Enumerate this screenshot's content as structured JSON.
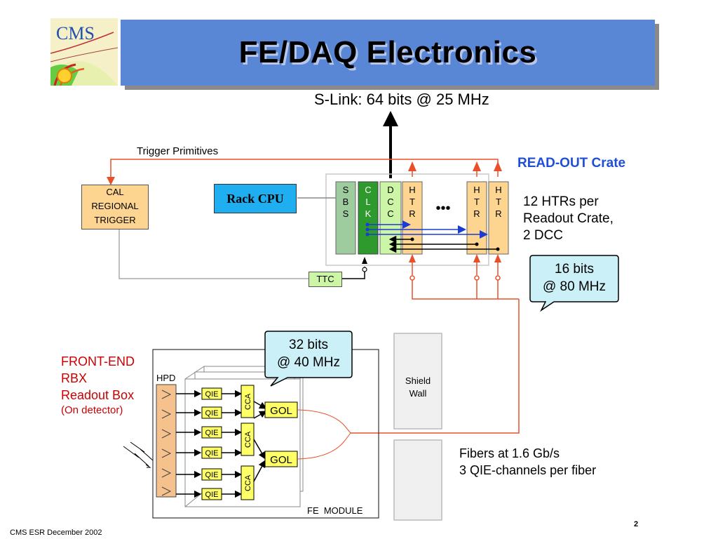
{
  "title": "FE/DAQ Electronics",
  "logo": {
    "text": "CMS"
  },
  "slink": "S-Link: 64 bits @ 25 MHz",
  "trigger_primitives": "Trigger Primitives",
  "readout_crate": "READ-OUT Crate",
  "cal_regional_trigger": [
    "CAL",
    "REGIONAL",
    "TRIGGER"
  ],
  "rack_cpu": "Rack CPU",
  "ttc": "TTC",
  "crate_modules": {
    "sbs": [
      "S",
      "B",
      "S"
    ],
    "clk": [
      "C",
      "L",
      "K"
    ],
    "dcc": [
      "D",
      "C",
      "C"
    ],
    "htr": [
      "H",
      "T",
      "R"
    ],
    "ellipsis": "•••"
  },
  "htr_note": [
    "12 HTRs per",
    "Readout Crate,",
    "2 DCC"
  ],
  "callout_16": [
    "16 bits",
    "@ 80 MHz"
  ],
  "callout_32": [
    "32 bits",
    "@ 40 MHz"
  ],
  "front_end": {
    "line1": "FRONT-END",
    "line2": "RBX",
    "line3": "Readout Box",
    "line4": "(On detector)"
  },
  "shield_wall": [
    "Shield",
    "Wall"
  ],
  "fibers": [
    "Fibers at 1.6 Gb/s",
    "3 QIE-channels per fiber"
  ],
  "fe_module": {
    "hpd": "HPD",
    "label": "FE  MODULE",
    "qie": "QIE",
    "cca": "CCA",
    "gol": "GOL"
  },
  "footer": "CMS ESR December 2002",
  "page_number": "2",
  "colors": {
    "title_bar": "#5a86d6",
    "signal_red": "#e8502a",
    "wire_blue": "#1a3bd6",
    "sbs": "#9fcc9f",
    "clk": "#2e9a2e",
    "dcc": "#ccf5a6",
    "htr": "#fdd591",
    "cal": "#fdd591",
    "rack_cpu": "#1faef0",
    "ttc": "#ccf5a6",
    "callout": "#ccf0f8",
    "qie": "#ffff66",
    "cca": "#ffff66",
    "gol": "#ffff66",
    "hpd": "#f5c28e"
  }
}
